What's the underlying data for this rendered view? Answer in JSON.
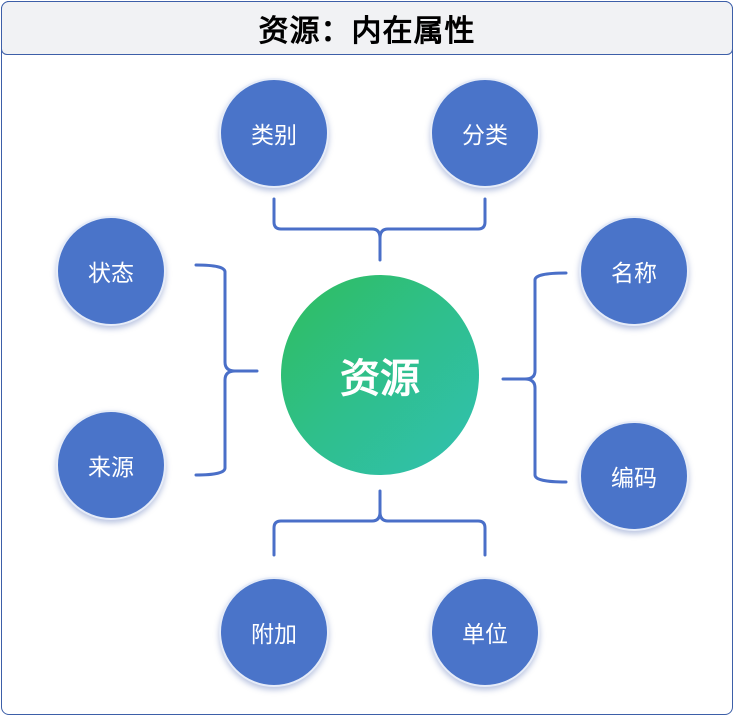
{
  "title": "资源：内在属性",
  "center": "资源",
  "nodes": {
    "category": "类别",
    "classification": "分类",
    "status": "状态",
    "source": "来源",
    "name": "名称",
    "code": "编码",
    "additional": "附加",
    "unit": "单位"
  },
  "colors": {
    "node": "#4a74c9",
    "bracket": "#4a6fc8",
    "center_start": "#2fbe5e",
    "center_end": "#30c0b2"
  }
}
